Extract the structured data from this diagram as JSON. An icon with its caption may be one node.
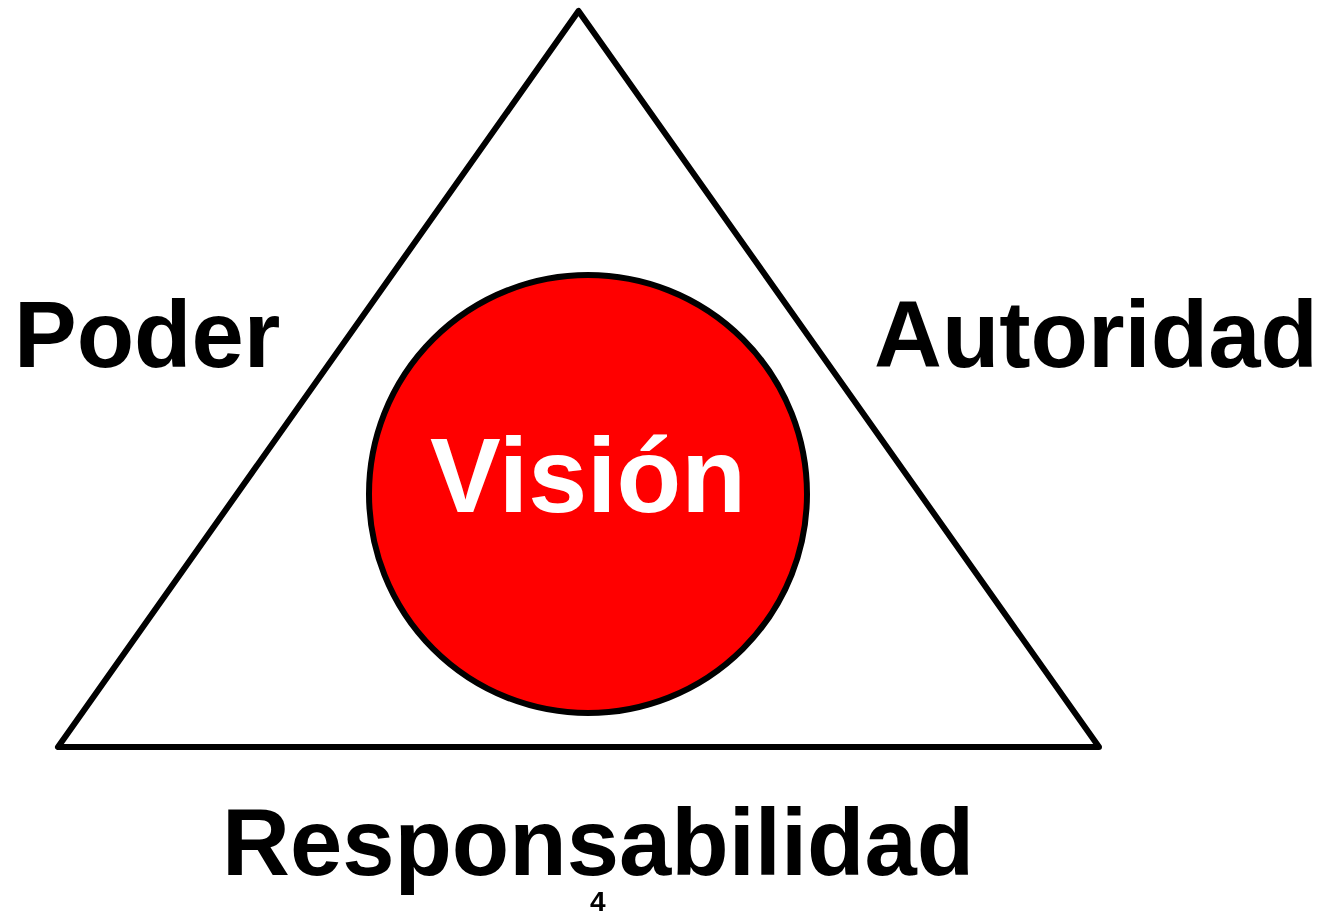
{
  "diagram": {
    "nodes": [
      {
        "text": [],
        "shape": "triangle",
        "beside": [
          "Poder",
          "Autoridad",
          "Responsabilidad"
        ]
      },
      {
        "text": [
          "Visión"
        ],
        "in": 0
      }
    ],
    "labels": [
      "4"
    ]
  }
}
